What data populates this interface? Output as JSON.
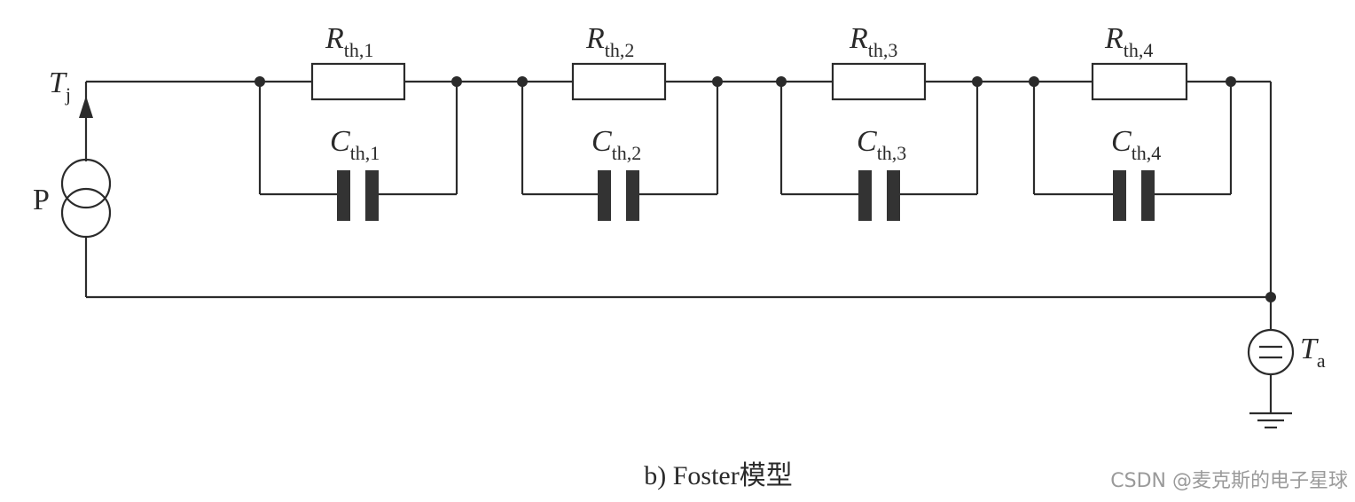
{
  "diagram": {
    "source_label": {
      "main": "T",
      "sub": "j"
    },
    "power_label": "P",
    "ambient_label": {
      "main": "T",
      "sub": "a"
    },
    "stages": [
      {
        "r_main": "R",
        "r_sub": "th,1",
        "c_main": "C",
        "c_sub": "th,1"
      },
      {
        "r_main": "R",
        "r_sub": "th,2",
        "c_main": "C",
        "c_sub": "th,2"
      },
      {
        "r_main": "R",
        "r_sub": "th,3",
        "c_main": "C",
        "c_sub": "th,3"
      },
      {
        "r_main": "R",
        "r_sub": "th,4",
        "c_main": "C",
        "c_sub": "th,4"
      }
    ],
    "caption": "b) Foster模型"
  },
  "watermark": "CSDN @麦克斯的电子星球"
}
